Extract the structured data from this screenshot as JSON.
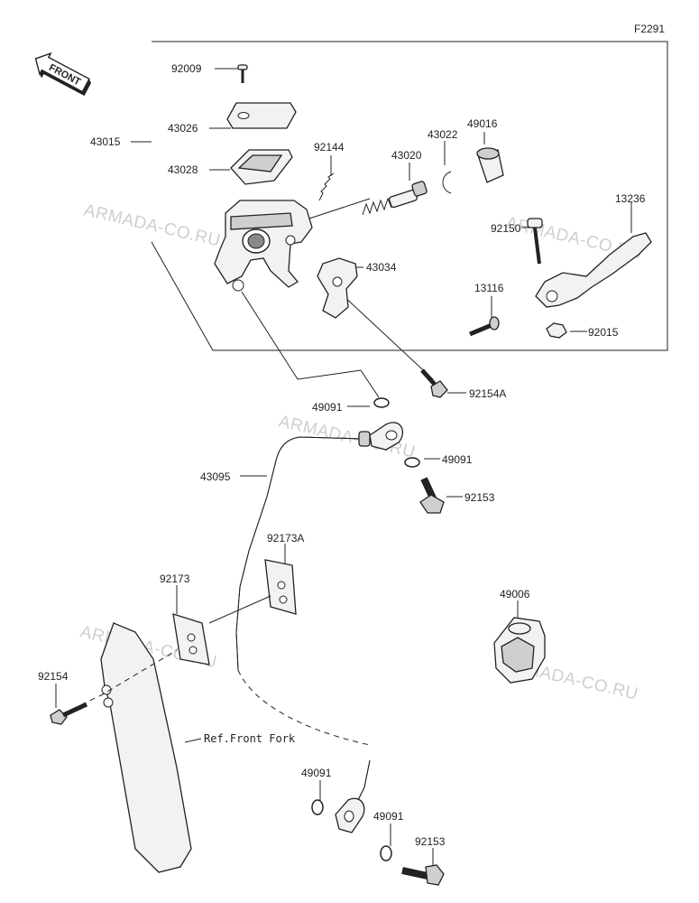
{
  "figure_code": "F2291",
  "front_arrow_label": "FRONT",
  "watermark": "ARMADA-CO.RU",
  "ref_label": "Ref.Front Fork",
  "parts": [
    {
      "key": "92009",
      "label": "92009"
    },
    {
      "key": "43026",
      "label": "43026"
    },
    {
      "key": "43015",
      "label": "43015"
    },
    {
      "key": "43028",
      "label": "43028"
    },
    {
      "key": "92144",
      "label": "92144"
    },
    {
      "key": "43020",
      "label": "43020"
    },
    {
      "key": "43022",
      "label": "43022"
    },
    {
      "key": "49016",
      "label": "49016"
    },
    {
      "key": "13236",
      "label": "13236"
    },
    {
      "key": "92150",
      "label": "92150"
    },
    {
      "key": "43034",
      "label": "43034"
    },
    {
      "key": "13116",
      "label": "13116"
    },
    {
      "key": "92015",
      "label": "92015"
    },
    {
      "key": "92154A",
      "label": "92154A"
    },
    {
      "key": "49091a",
      "label": "49091"
    },
    {
      "key": "49091b",
      "label": "49091"
    },
    {
      "key": "43095",
      "label": "43095"
    },
    {
      "key": "92153a",
      "label": "92153"
    },
    {
      "key": "92173A",
      "label": "92173A"
    },
    {
      "key": "92173",
      "label": "92173"
    },
    {
      "key": "49006",
      "label": "49006"
    },
    {
      "key": "92154",
      "label": "92154"
    },
    {
      "key": "49091c",
      "label": "49091"
    },
    {
      "key": "49091d",
      "label": "49091"
    },
    {
      "key": "92153b",
      "label": "92153"
    }
  ]
}
